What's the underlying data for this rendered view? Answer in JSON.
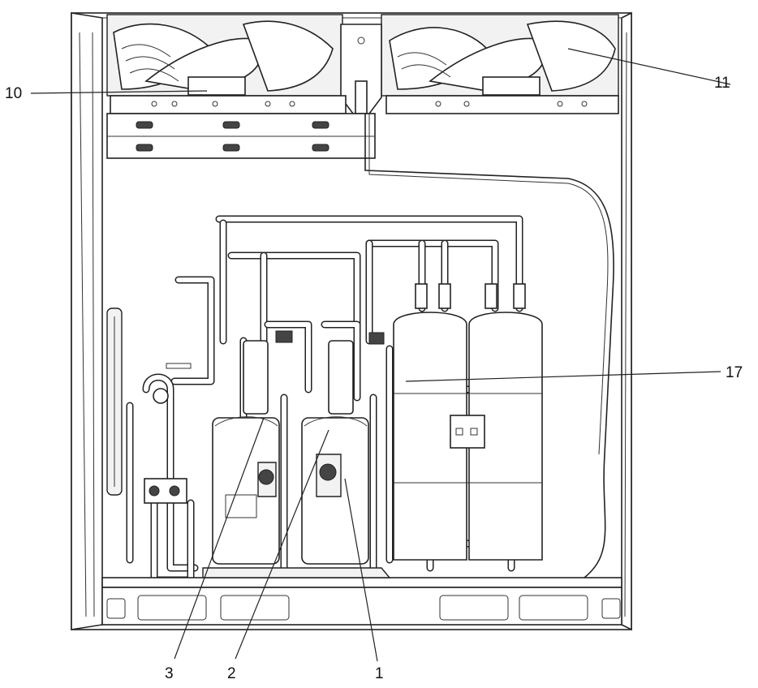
{
  "callouts": {
    "c10": "10",
    "c11": "11",
    "c17": "17",
    "c3": "3",
    "c2": "2",
    "c1": "1"
  }
}
